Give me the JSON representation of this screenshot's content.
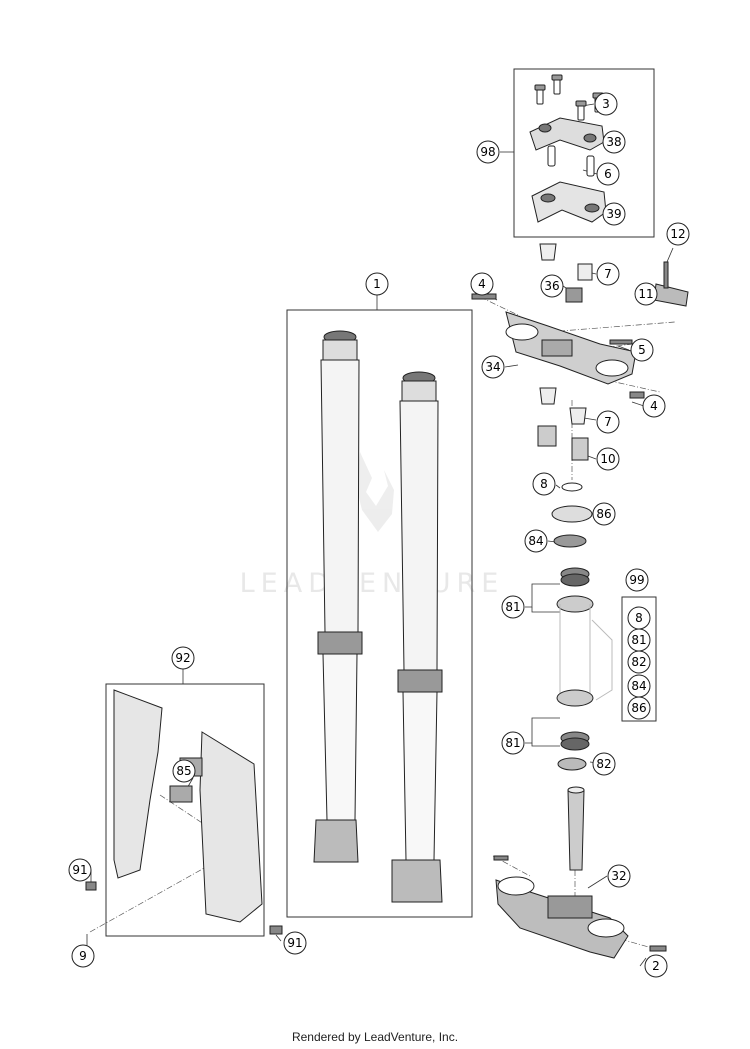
{
  "watermark": "LEADVENTURE",
  "footer": "Rendered by LeadVenture, Inc.",
  "callouts": {
    "c1": "1",
    "c2": "2",
    "c3": "3",
    "c4a": "4",
    "c4b": "4",
    "c5": "5",
    "c6": "6",
    "c7a": "7",
    "c7b": "7",
    "c8": "8",
    "c9": "9",
    "c10": "10",
    "c11": "11",
    "c12": "12",
    "c32": "32",
    "c34": "34",
    "c36": "36",
    "c38": "38",
    "c39": "39",
    "c81a": "81",
    "c81b": "81",
    "c82": "82",
    "c84": "84",
    "c85": "85",
    "c86": "86",
    "c91a": "91",
    "c91b": "91",
    "c92": "92",
    "c98": "98",
    "c99": "99"
  },
  "kit99": [
    "8",
    "81",
    "82",
    "84",
    "86"
  ]
}
